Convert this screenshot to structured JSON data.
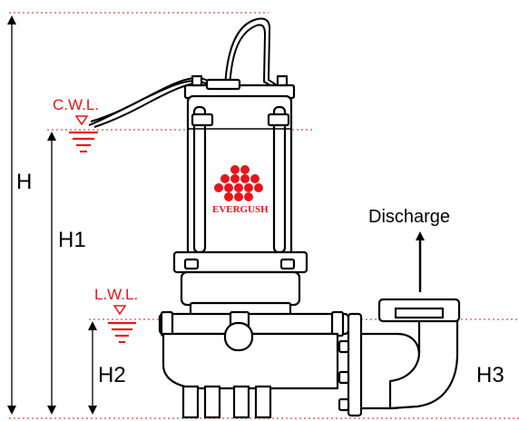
{
  "labels": {
    "h": "H",
    "h1": "H1",
    "h2": "H2",
    "h3": "H3",
    "cwl": "C.W.L.",
    "lwl": "L.W.L.",
    "discharge": "Discharge",
    "brand": "EVERGUSH"
  },
  "colors": {
    "accent": "#e8141b",
    "line": "#000000",
    "background": "#ffffff"
  },
  "icons": {
    "logo": "red-dot-cluster-logo",
    "level_marker": "water-level-triangle-icon",
    "arrow": "up-arrow-icon"
  }
}
